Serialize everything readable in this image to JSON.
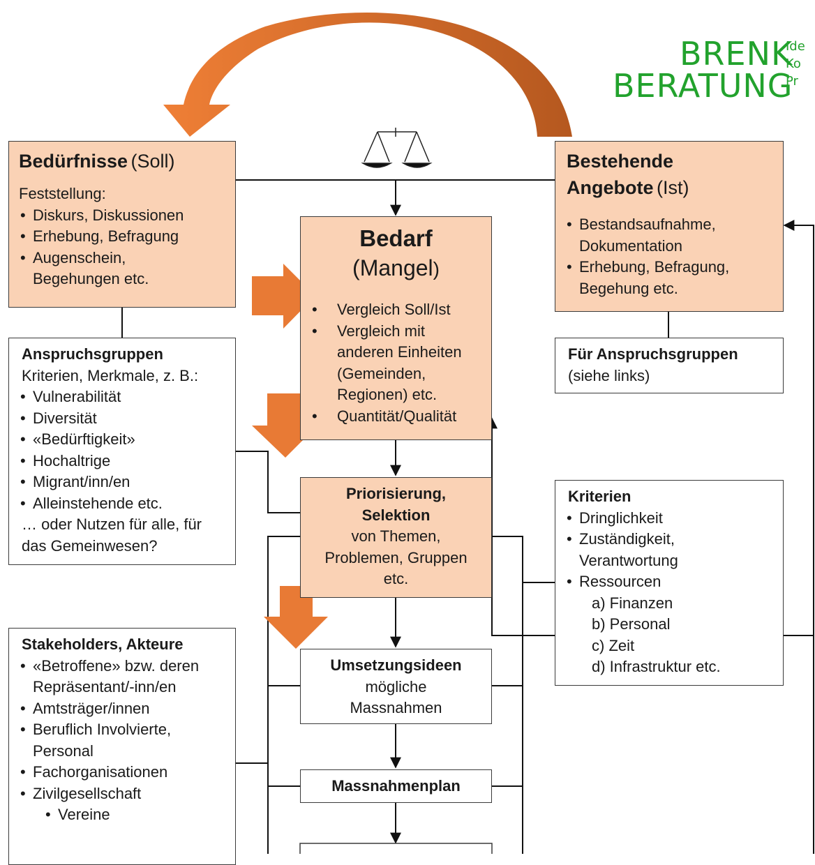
{
  "logo": {
    "line1": "BRENK",
    "line2": "BERATUNG",
    "side1": "Ide",
    "side2": "Ko",
    "side3": "Pr"
  },
  "beduerfnisse": {
    "title": "Bedürfnisse",
    "suffix": "(Soll)",
    "intro": "Feststellung:",
    "items": [
      "Diskurs, Diskussionen",
      "Erhebung, Befragung",
      "Augenschein, Begehungen etc."
    ]
  },
  "angebote": {
    "title_line1": "Bestehende",
    "title_line2": "Angebote",
    "suffix": "(Ist)",
    "items": [
      "Bestandsaufnahme, Dokumentation",
      "Erhebung, Befragung, Begehung etc."
    ]
  },
  "bedarf": {
    "title": "Bedarf",
    "subtitle_open": "(Mangel",
    "subtitle_close": ")",
    "items": [
      "Vergleich Soll/Ist",
      "Vergleich mit anderen Einheiten (Gemeinden, Regionen) etc.",
      "Quantität/Qualität"
    ]
  },
  "anspruch": {
    "title": "Anspruchsgruppen",
    "intro": "Kriterien, Merkmale, z. B.:",
    "items": [
      "Vulnerabilität",
      "Diversität",
      "«Bedürftigkeit»",
      "Hochaltrige",
      "Migrant/inn/en",
      "Alleinstehende etc."
    ],
    "outro": "… oder Nutzen für alle, für das Gemeinwesen?"
  },
  "fuer_anspruch": {
    "title": "Für Anspruchsgruppen",
    "note": "(siehe links)"
  },
  "priorisierung": {
    "title_line1": "Priorisierung,",
    "title_line2": "Selektion",
    "body": "von Themen, Problemen, Gruppen etc."
  },
  "kriterien": {
    "title": "Kriterien",
    "items": [
      "Dringlichkeit",
      "Zuständigkeit, Verantwortung",
      "Ressourcen"
    ],
    "sub_items": [
      "a) Finanzen",
      "b) Personal",
      "c) Zeit",
      "d) Infrastruktur etc."
    ]
  },
  "stakeholders": {
    "title": "Stakeholders, Akteure",
    "items": [
      "«Betroffene» bzw. deren Repräsentant/-inn/en",
      "Amtsträger/innen",
      "Beruflich Involvierte, Personal",
      "Fachorganisationen",
      "Zivilgesellschaft"
    ],
    "sub_items": [
      "Vereine"
    ]
  },
  "umsetzung": {
    "title": "Umsetzungsideen",
    "body": "mögliche Massnahmen"
  },
  "massnahmenplan": {
    "title": "Massnahmenplan"
  },
  "colors": {
    "box_fill": "#fad2b5",
    "arrow_orange": "#e87a35",
    "logo_green": "#22a22d"
  }
}
